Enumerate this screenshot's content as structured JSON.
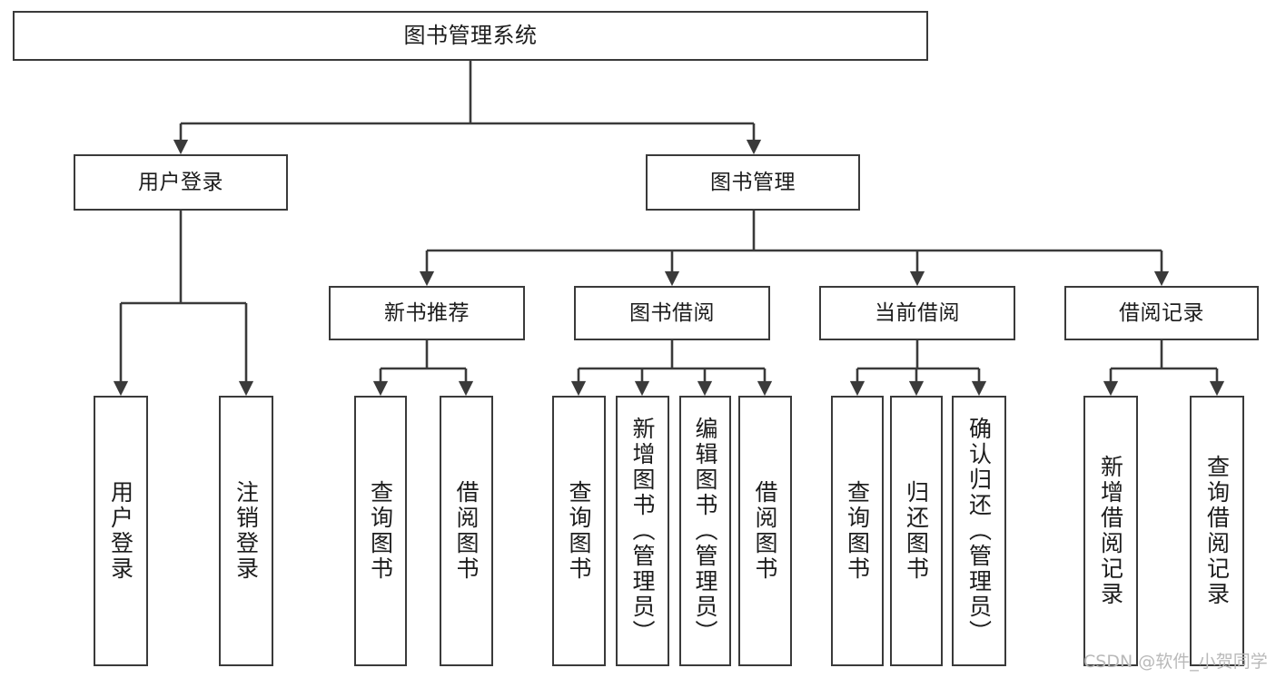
{
  "diagram": {
    "title": "图书管理系统",
    "type": "tree-hierarchy",
    "watermark": "CSDN @软件_小贺同学",
    "colors": {
      "border": "#3a3a3a",
      "background": "#ffffff",
      "text": "#1c1c1c",
      "watermark": "#b9b9b9"
    },
    "nodes": {
      "root": {
        "label": "图书管理系统"
      },
      "level2": [
        {
          "id": "user-login",
          "label": "用户登录"
        },
        {
          "id": "book-manage",
          "label": "图书管理"
        }
      ],
      "level3": [
        {
          "id": "new-book-recommend",
          "label": "新书推荐"
        },
        {
          "id": "book-borrow",
          "label": "图书借阅"
        },
        {
          "id": "current-borrow",
          "label": "当前借阅"
        },
        {
          "id": "borrow-record",
          "label": "借阅记录"
        }
      ],
      "leaves": [
        {
          "id": "leaf-user-login",
          "label": "用户登录",
          "parent": "user-login"
        },
        {
          "id": "leaf-logout-login",
          "label": "注销登录",
          "parent": "user-login"
        },
        {
          "id": "leaf-query-book-1",
          "label": "查询图书",
          "parent": "new-book-recommend"
        },
        {
          "id": "leaf-borrow-book-1",
          "label": "借阅图书",
          "parent": "new-book-recommend"
        },
        {
          "id": "leaf-query-book-2",
          "label": "查询图书",
          "parent": "book-borrow"
        },
        {
          "id": "leaf-add-book",
          "label": "新增图书（管理员）",
          "parent": "book-borrow"
        },
        {
          "id": "leaf-edit-book",
          "label": "编辑图书（管理员）",
          "parent": "book-borrow"
        },
        {
          "id": "leaf-borrow-book-2",
          "label": "借阅图书",
          "parent": "book-borrow"
        },
        {
          "id": "leaf-query-book-3",
          "label": "查询图书",
          "parent": "current-borrow"
        },
        {
          "id": "leaf-return-book",
          "label": "归还图书",
          "parent": "current-borrow"
        },
        {
          "id": "leaf-confirm-return",
          "label": "确认归还（管理员）",
          "parent": "current-borrow"
        },
        {
          "id": "leaf-add-record",
          "label": "新增借阅记录",
          "parent": "borrow-record"
        },
        {
          "id": "leaf-query-record",
          "label": "查询借阅记录",
          "parent": "borrow-record"
        }
      ]
    }
  }
}
